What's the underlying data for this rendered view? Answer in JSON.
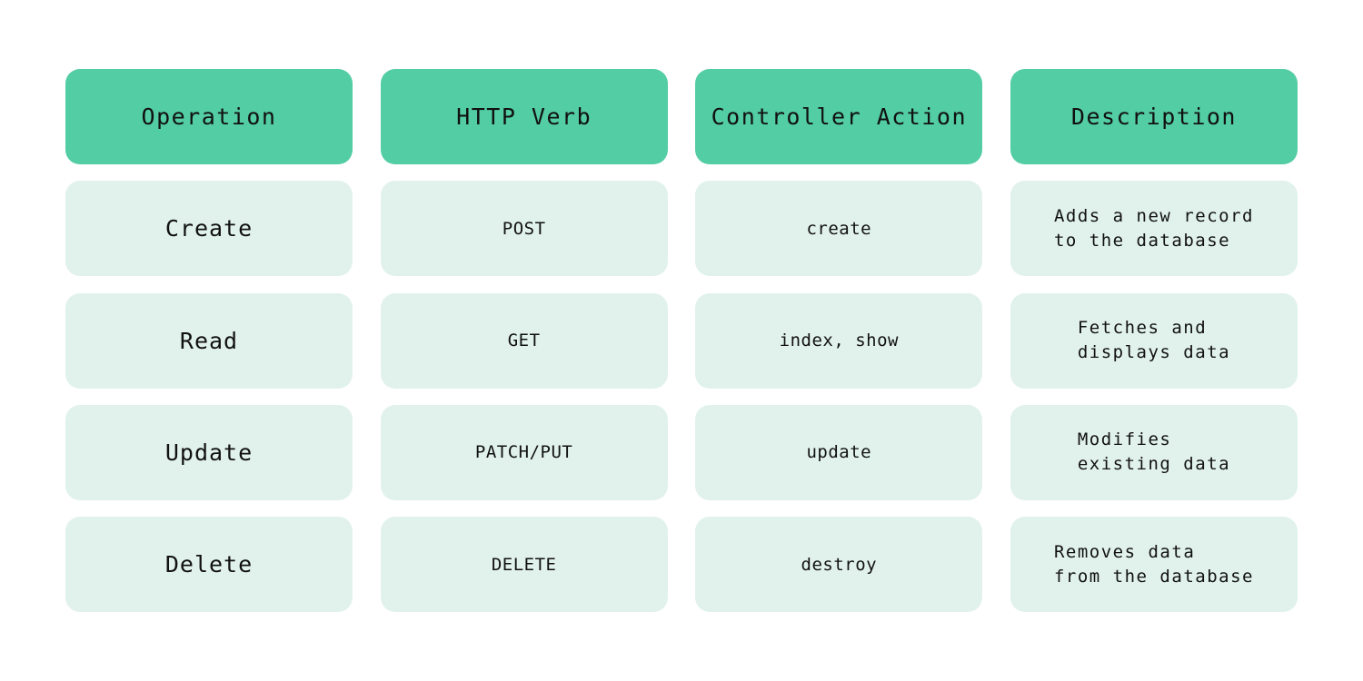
{
  "headers": [
    "Operation",
    "HTTP Verb",
    "Controller Action",
    "Description"
  ],
  "rows": [
    {
      "operation": "Create",
      "verb": "POST",
      "action": "create",
      "description": "Adds a new record\nto the database"
    },
    {
      "operation": "Read",
      "verb": "GET",
      "action": "index, show",
      "description": "Fetches and\ndisplays data"
    },
    {
      "operation": "Update",
      "verb": "PATCH/PUT",
      "action": "update",
      "description": "Modifies\nexisting data"
    },
    {
      "operation": "Delete",
      "verb": "DELETE",
      "action": "destroy",
      "description": "Removes data\nfrom the database"
    }
  ],
  "colors": {
    "header_bg": "#53cda4",
    "cell_bg": "#e1f2ec",
    "text": "#111111"
  }
}
